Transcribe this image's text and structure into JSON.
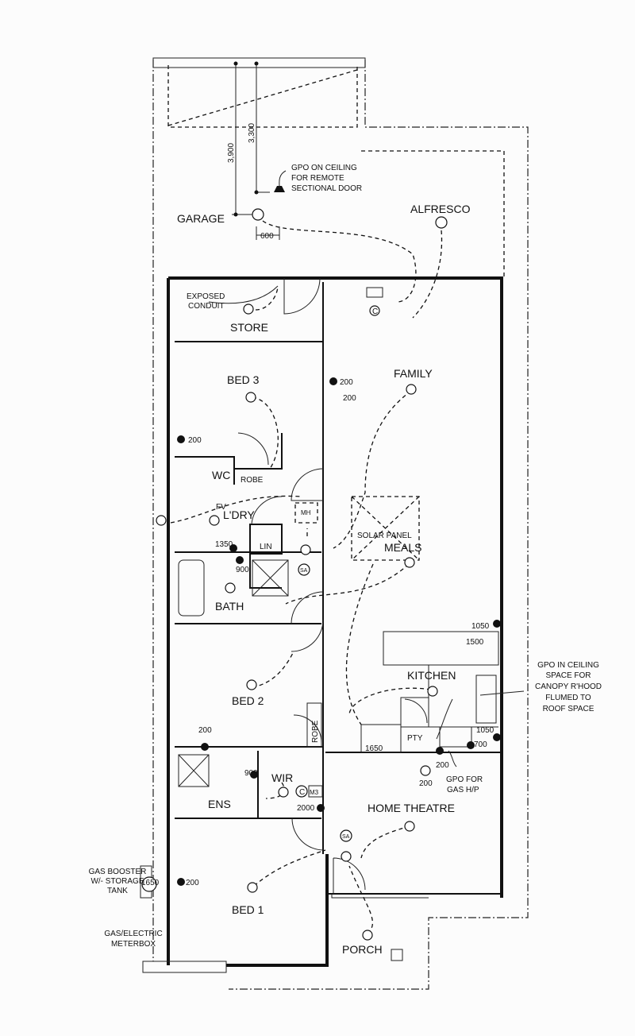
{
  "rooms": {
    "garage": "GARAGE",
    "alfresco": "ALFRESCO",
    "store": "STORE",
    "family": "FAMILY",
    "bed3": "BED 3",
    "wc": "WC",
    "robe1": "ROBE",
    "laundry": "L'DRY",
    "lin": "LIN",
    "bath": "BATH",
    "meals": "MEALS",
    "kitchen": "KITCHEN",
    "pantry": "PTY",
    "bed2": "BED 2",
    "robe2": "ROBE",
    "wir": "WIR",
    "ens": "ENS",
    "home_theatre": "HOME THEATRE",
    "bed1": "BED 1",
    "porch": "PORCH"
  },
  "notes": {
    "exposed_conduit": [
      "EXPOSED",
      "CONDUIT"
    ],
    "gpo_ceiling_door": [
      "GPO ON CEILING",
      "FOR REMOTE",
      "SECTIONAL DOOR"
    ],
    "gpo_canopy": [
      "GPO IN CEILING",
      "SPACE FOR",
      "CANOPY R'HOOD",
      "FLUMED TO",
      "ROOF SPACE"
    ],
    "gpo_gas": [
      "GPO FOR",
      "GAS H/P"
    ],
    "gas_booster": [
      "GAS BOOSTER",
      "W/- STORAGE",
      "TANK"
    ],
    "meterbox": [
      "GAS/ELECTRIC",
      "METERBOX"
    ],
    "solar_panel": "SOLAR PANEL",
    "fv": "FV",
    "mh": "MH",
    "sa1": "SA",
    "sa2": "SA",
    "c1": "C",
    "c2": "C",
    "m3": "M3"
  },
  "dimensions": {
    "garage_3900": "3,900",
    "garage_3300": "3,300",
    "garage_600": "600",
    "family_200a": "200",
    "family_200b": "200",
    "bed3_200": "200",
    "ldry_1350": "1350",
    "bath_900": "900",
    "kitchen_1050a": "1050",
    "kitchen_1500": "1500",
    "kitchen_1650": "1650",
    "kitchen_1050b": "1050",
    "kitchen_700": "700",
    "theatre_200a": "200",
    "theatre_200b": "200",
    "bed2_200": "200",
    "ens_900": "900",
    "wir_2000": "2000",
    "booster_1650": "1650",
    "bed1_200": "200"
  }
}
